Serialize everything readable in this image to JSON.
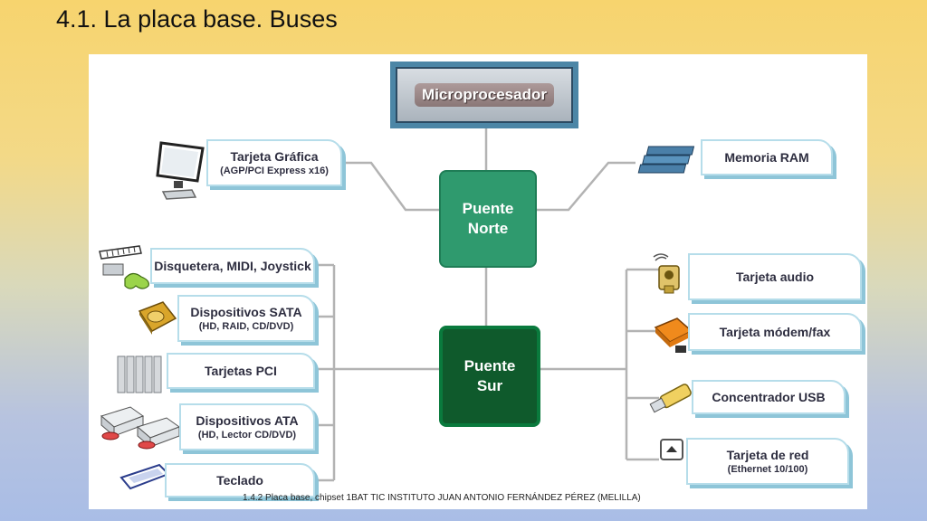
{
  "slide": {
    "title": "4.1. La placa base. Buses",
    "footer": "1.4.2 Placa base, chipset 1BAT TIC INSTITUTO JUAN ANTONIO FERNÁNDEZ PÉREZ (MELILLA)"
  },
  "diagram": {
    "cpu": "Microprocesador",
    "north_bridge": {
      "line1": "Puente",
      "line2": "Norte"
    },
    "south_bridge": {
      "line1": "Puente",
      "line2": "Sur"
    },
    "graphics_card": {
      "line1": "Tarjeta Gráfica",
      "line2": "(AGP/PCI Express x16)"
    },
    "ram": {
      "line1": "Memoria RAM"
    },
    "left_devices": [
      {
        "line1": "Disquetera, MIDI, Joystick"
      },
      {
        "line1": "Dispositivos SATA",
        "line2": "(HD, RAID, CD/DVD)"
      },
      {
        "line1": "Tarjetas PCI"
      },
      {
        "line1": "Dispositivos ATA",
        "line2": "(HD, Lector CD/DVD)"
      },
      {
        "line1": "Teclado"
      }
    ],
    "right_devices": [
      {
        "line1": "Tarjeta audio"
      },
      {
        "line1": "Tarjeta módem/fax"
      },
      {
        "line1": "Concentrador USB"
      },
      {
        "line1": "Tarjeta de red",
        "line2": "(Ethernet 10/100)"
      }
    ]
  },
  "colors": {
    "connector_line": "#b3b3b3",
    "north_bridge": "#2f9a6e",
    "south_bridge": "#0f5a2c",
    "box_border": "#b6ddea",
    "cpu_frame": "#4c86a6"
  },
  "icons": [
    "monitor-icon",
    "ram-module-icon",
    "keyboard-joystick-icon",
    "hard-drive-icon",
    "pci-cards-icon",
    "cd-drives-icon",
    "keyboard-icon",
    "speaker-icon",
    "modem-icon",
    "usb-drive-icon",
    "network-card-icon"
  ]
}
